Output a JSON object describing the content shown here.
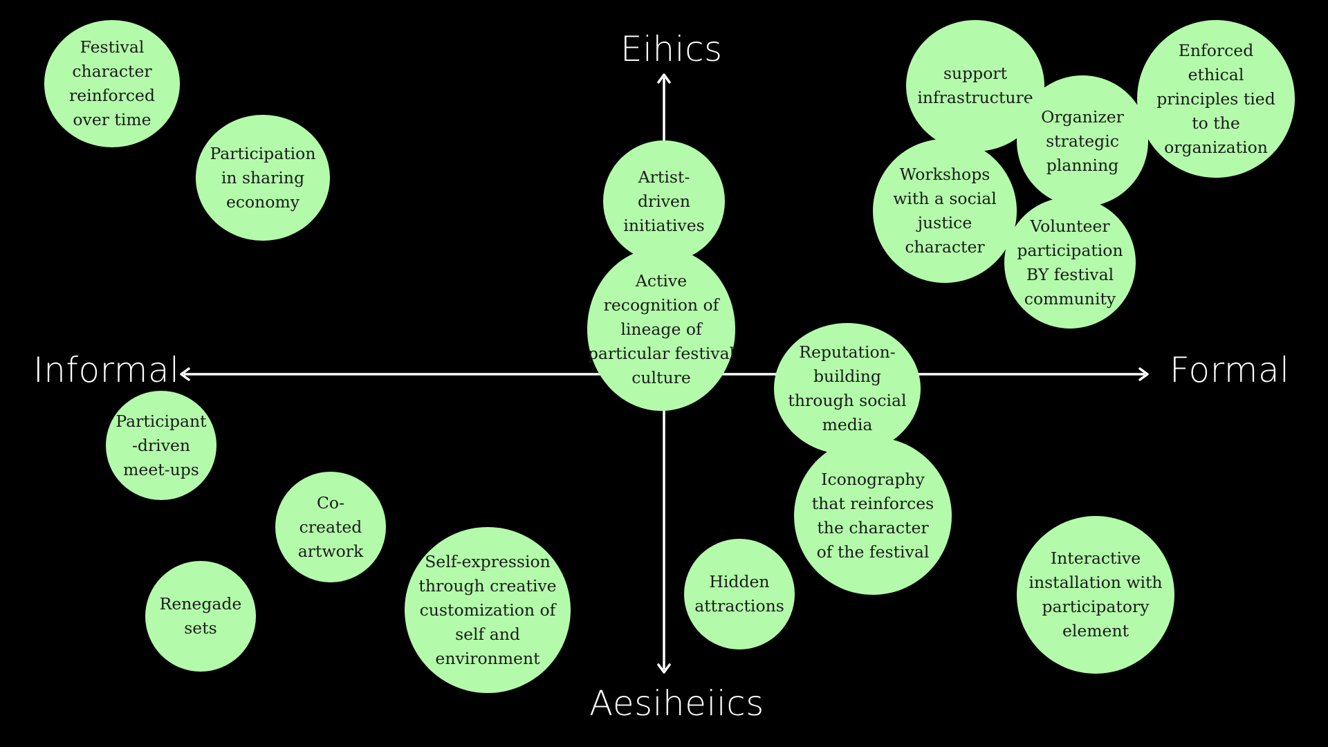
{
  "colors": {
    "background": "#000000",
    "axis": "#ffffff",
    "bubble_fill": "#b3fbaa",
    "bubble_text": "#1a1a1a"
  },
  "axes": {
    "top": "Eihics",
    "bottom": "Aesiheiics",
    "left": "Informal",
    "right": "Formal"
  },
  "bubbles": {
    "festival_character": "Festival\ncharacter\nreinforced\nover time",
    "sharing_economy": "Participation\nin sharing\neconomy",
    "artist_driven": "Artist-\ndriven\ninitiatives",
    "active_recognition": "Active\nrecognition of\nlineage of\nparticular festival\nculture",
    "support_infrastructure": "support\ninfrastructure",
    "organizer_planning": "Organizer\nstrategic\nplanning",
    "enforced_ethical": "Enforced\nethical\nprinciples tied\nto the\norganization",
    "workshops_social_justice": "Workshops\nwith a social\njustice\ncharacter",
    "volunteer_participation": "Volunteer\nparticipation\nBY festival\ncommunity",
    "reputation_building": "Reputation-\nbuilding\nthrough social\nmedia",
    "participant_meetups": "Participant\n-driven\nmeet-ups",
    "co_created_artwork": "Co-\ncreated\nartwork",
    "iconography": "Iconography\nthat reinforces\nthe character\nof the festival",
    "renegade_sets": "Renegade\nsets",
    "self_expression": "Self-expression\nthrough creative\ncustomization of\nself and\nenvironment",
    "hidden_attractions": "Hidden\nattractions",
    "interactive_installation": "Interactive\ninstallation with\nparticipatory\nelement"
  }
}
